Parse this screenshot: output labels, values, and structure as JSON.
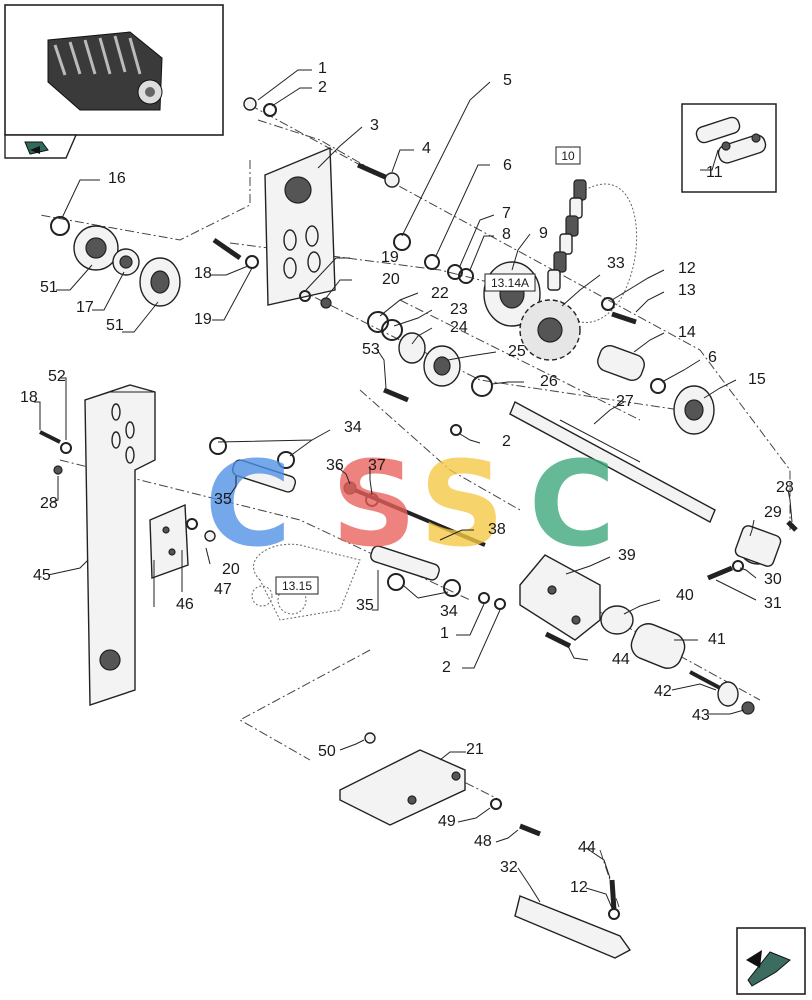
{
  "watermark": {
    "letters": [
      "C",
      "S",
      "S",
      "C"
    ],
    "colors": [
      "#4f8fe6",
      "#e8605a",
      "#f5c842",
      "#3aa679"
    ]
  },
  "reference_boxes": [
    "10",
    "13.14A",
    "13.15"
  ],
  "callouts": [
    "1",
    "2",
    "3",
    "4",
    "5",
    "6",
    "7",
    "8",
    "9",
    "16",
    "51",
    "17",
    "51",
    "18",
    "19",
    "19",
    "20",
    "22",
    "23",
    "24",
    "53",
    "25",
    "33",
    "12",
    "13",
    "14",
    "6",
    "15",
    "26",
    "2",
    "27",
    "52",
    "18",
    "28",
    "45",
    "34",
    "36",
    "37",
    "35",
    "38",
    "46",
    "47",
    "20",
    "35",
    "34",
    "39",
    "1",
    "2",
    "40",
    "41",
    "44",
    "42",
    "43",
    "28",
    "29",
    "30",
    "31",
    "50",
    "21",
    "49",
    "48",
    "32",
    "44",
    "12",
    "11"
  ],
  "icons": [
    "machine-thumbnail",
    "page-back-icon",
    "next-page-arrow-icon",
    "chain-link-detail"
  ]
}
